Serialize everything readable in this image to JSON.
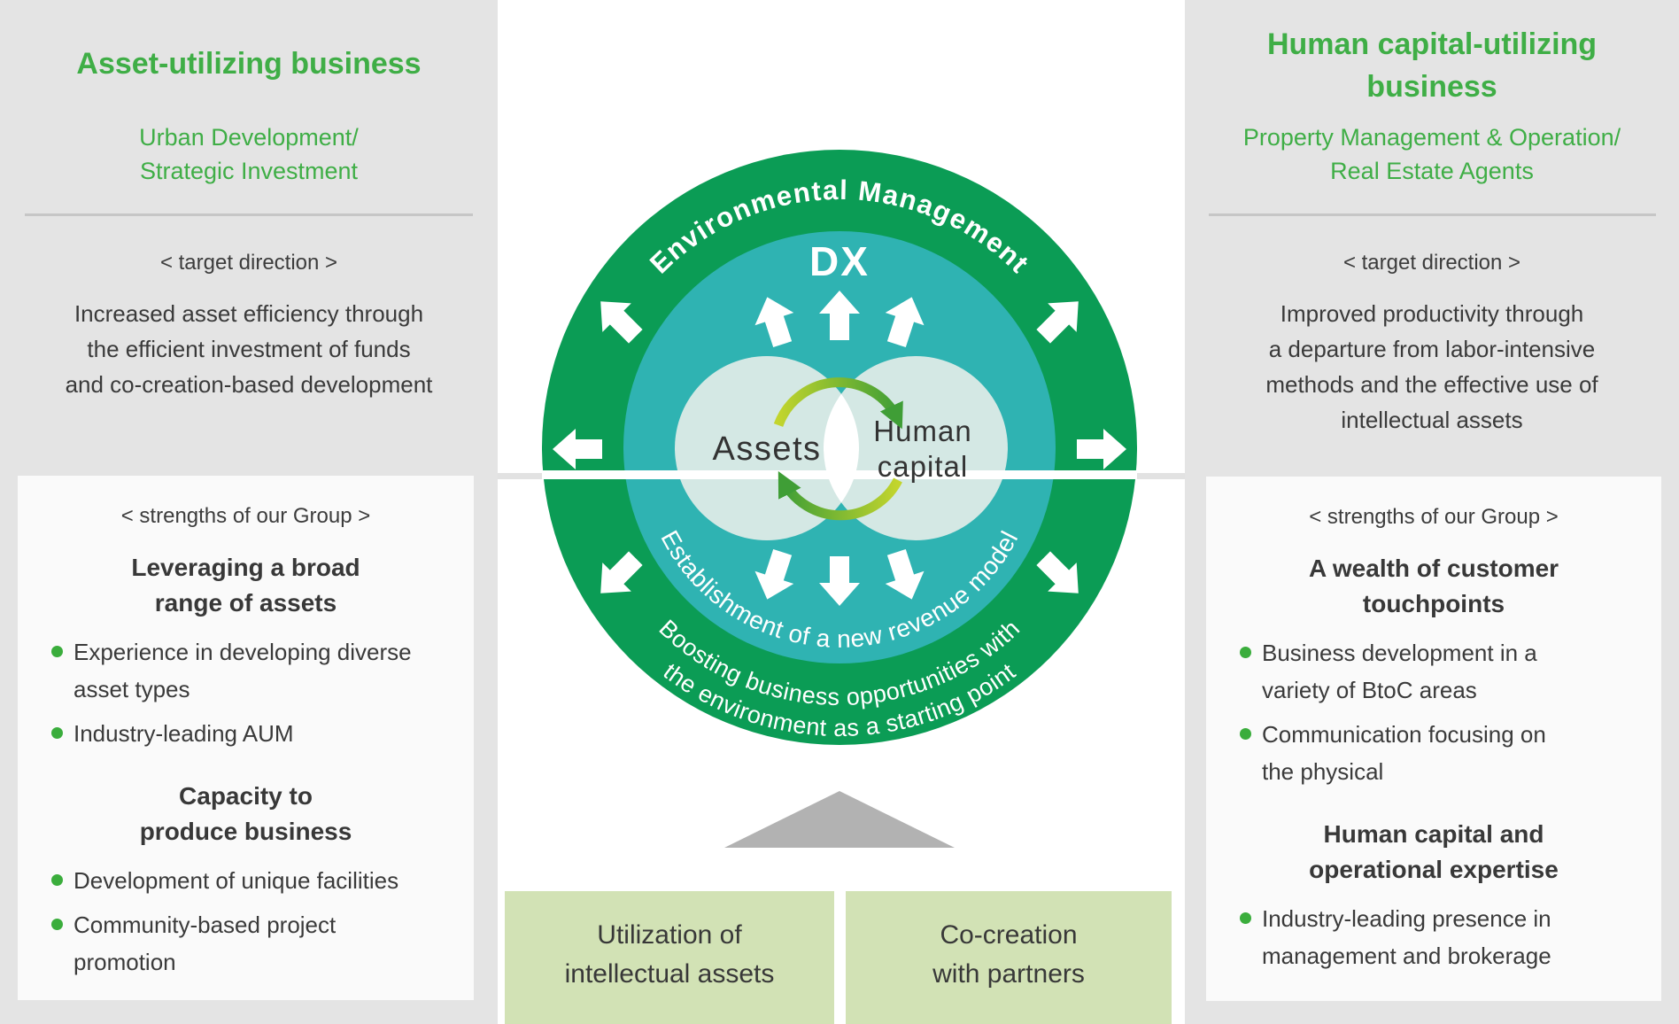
{
  "colors": {
    "panel_grey": "#e4e4e4",
    "card_white": "#fafafa",
    "heading_green": "#3fae46",
    "ring_green": "#0b9c55",
    "inner_teal": "#2fb3b2",
    "mint_circle": "#d4e8e4",
    "lens_white": "#ffffff",
    "bottom_box_green": "#d2e2b5",
    "bullet_green": "#3aad3c",
    "triangle_grey": "#b2b2b2",
    "cycle_start": "#c3d52d",
    "cycle_end": "#3f9e36",
    "text_dark": "#3a3a3a"
  },
  "left_panel": {
    "title": "Asset-utilizing business",
    "subtitle_lines": [
      "Urban Development/",
      "Strategic Investment"
    ],
    "target_label": "< target direction >",
    "target_lines": [
      "Increased asset efficiency through",
      "the efficient investment of funds",
      "and co-creation-based development"
    ],
    "strengths_label": "< strengths of our Group >",
    "groups": [
      {
        "heading_lines": [
          "Leveraging a broad",
          "range of assets"
        ],
        "bullets": [
          {
            "lines": [
              "Experience in developing diverse",
              "asset types"
            ]
          },
          {
            "lines": [
              "Industry-leading AUM"
            ]
          }
        ]
      },
      {
        "heading_lines": [
          "Capacity to",
          "produce business"
        ],
        "bullets": [
          {
            "lines": [
              "Development of unique facilities"
            ]
          },
          {
            "lines": [
              "Community-based project",
              "promotion"
            ]
          }
        ]
      }
    ]
  },
  "right_panel": {
    "title_lines": [
      "Human capital-utilizing",
      "business"
    ],
    "subtitle_lines": [
      "Property Management & Operation/",
      "Real Estate Agents"
    ],
    "target_label": "< target direction >",
    "target_lines": [
      "Improved productivity through",
      "a departure from labor-intensive",
      "methods and the effective use of",
      "intellectual assets"
    ],
    "strengths_label": "< strengths of our Group >",
    "groups": [
      {
        "heading_lines": [
          "A wealth of customer",
          "touchpoints"
        ],
        "bullets": [
          {
            "lines": [
              "Business development in a",
              "variety of BtoC areas"
            ]
          },
          {
            "lines": [
              "Communication focusing on",
              "the physical"
            ]
          }
        ]
      },
      {
        "heading_lines": [
          "Human capital and",
          "operational expertise"
        ],
        "bullets": [
          {
            "lines": [
              "Industry-leading presence in",
              "management and brokerage"
            ]
          }
        ]
      }
    ]
  },
  "diagram": {
    "ring_top_text": "Environmental Management",
    "dx_label": "DX",
    "assets_label": "Assets",
    "human_capital_lines": [
      "Human",
      "capital"
    ],
    "inner_bottom_text": "Establishment of a new revenue model",
    "ring_bottom_lines": [
      "Boosting business opportunities with",
      "the environment as a starting point"
    ]
  },
  "bottom_boxes": [
    {
      "lines": [
        "Utilization of",
        "intellectual assets"
      ]
    },
    {
      "lines": [
        "Co-creation",
        "with partners"
      ]
    }
  ]
}
